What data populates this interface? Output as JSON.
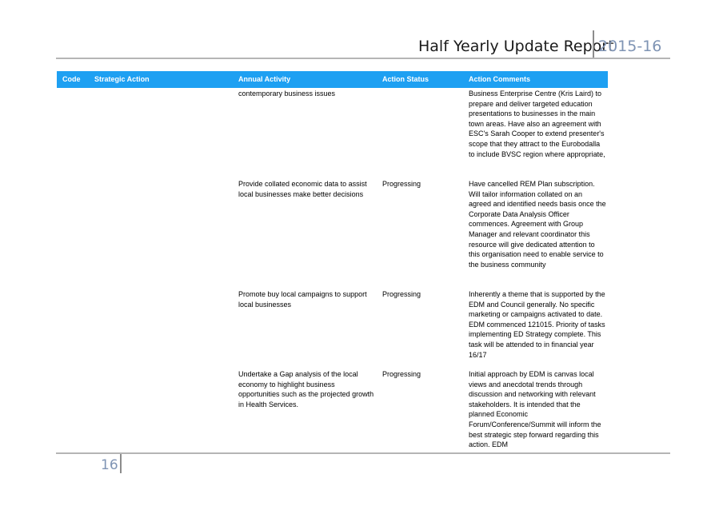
{
  "header": {
    "title": "Half Yearly Update Report",
    "year": "2015-16"
  },
  "table": {
    "columns": [
      "Code",
      "Strategic Action",
      "Annual Activity",
      "Action Status",
      "Action Comments"
    ],
    "rows": [
      {
        "activity": "contemporary business issues",
        "status": "",
        "comments": "Business Enterprise Centre (Kris Laird) to prepare and deliver targeted education presentations to businesses in the main town areas.  Have also an agreement with ESC's Sarah Cooper to extend presenter's scope that they attract to the Eurobodalla to include BVSC region where appropriate,"
      },
      {
        "activity": "Provide collated economic data to assist local businesses make better decisions",
        "status": "Progressing",
        "comments": "Have cancelled REM Plan subscription.  Will tailor information collated on an agreed and identified needs basis once the Corporate Data Analysis Officer commences.  Agreement with Group Manager and relevant coordinator this resource will give dedicated attention to this organisation need to enable service to the business community"
      },
      {
        "activity": "Promote buy local campaigns to support local businesses",
        "status": "Progressing",
        "comments": "Inherently a theme that is supported by the EDM and Council generally.  No specific marketing or campaigns activated to date.  EDM commenced 121015. Priority of tasks implementing ED Strategy complete.  This task will be attended to in financial year 16/17"
      },
      {
        "activity": "Undertake a Gap analysis of the local economy to highlight business opportunities such as the projected growth in Health Services.",
        "status": "Progressing",
        "comments": "Initial approach by EDM is canvas local views and anecdotal trends through discussion and networking with relevant stakeholders.  It is intended that the planned Economic Forum/Conference/Summit will inform the best strategic step forward regarding this action. EDM"
      }
    ]
  },
  "footer": {
    "page_number": "16"
  }
}
